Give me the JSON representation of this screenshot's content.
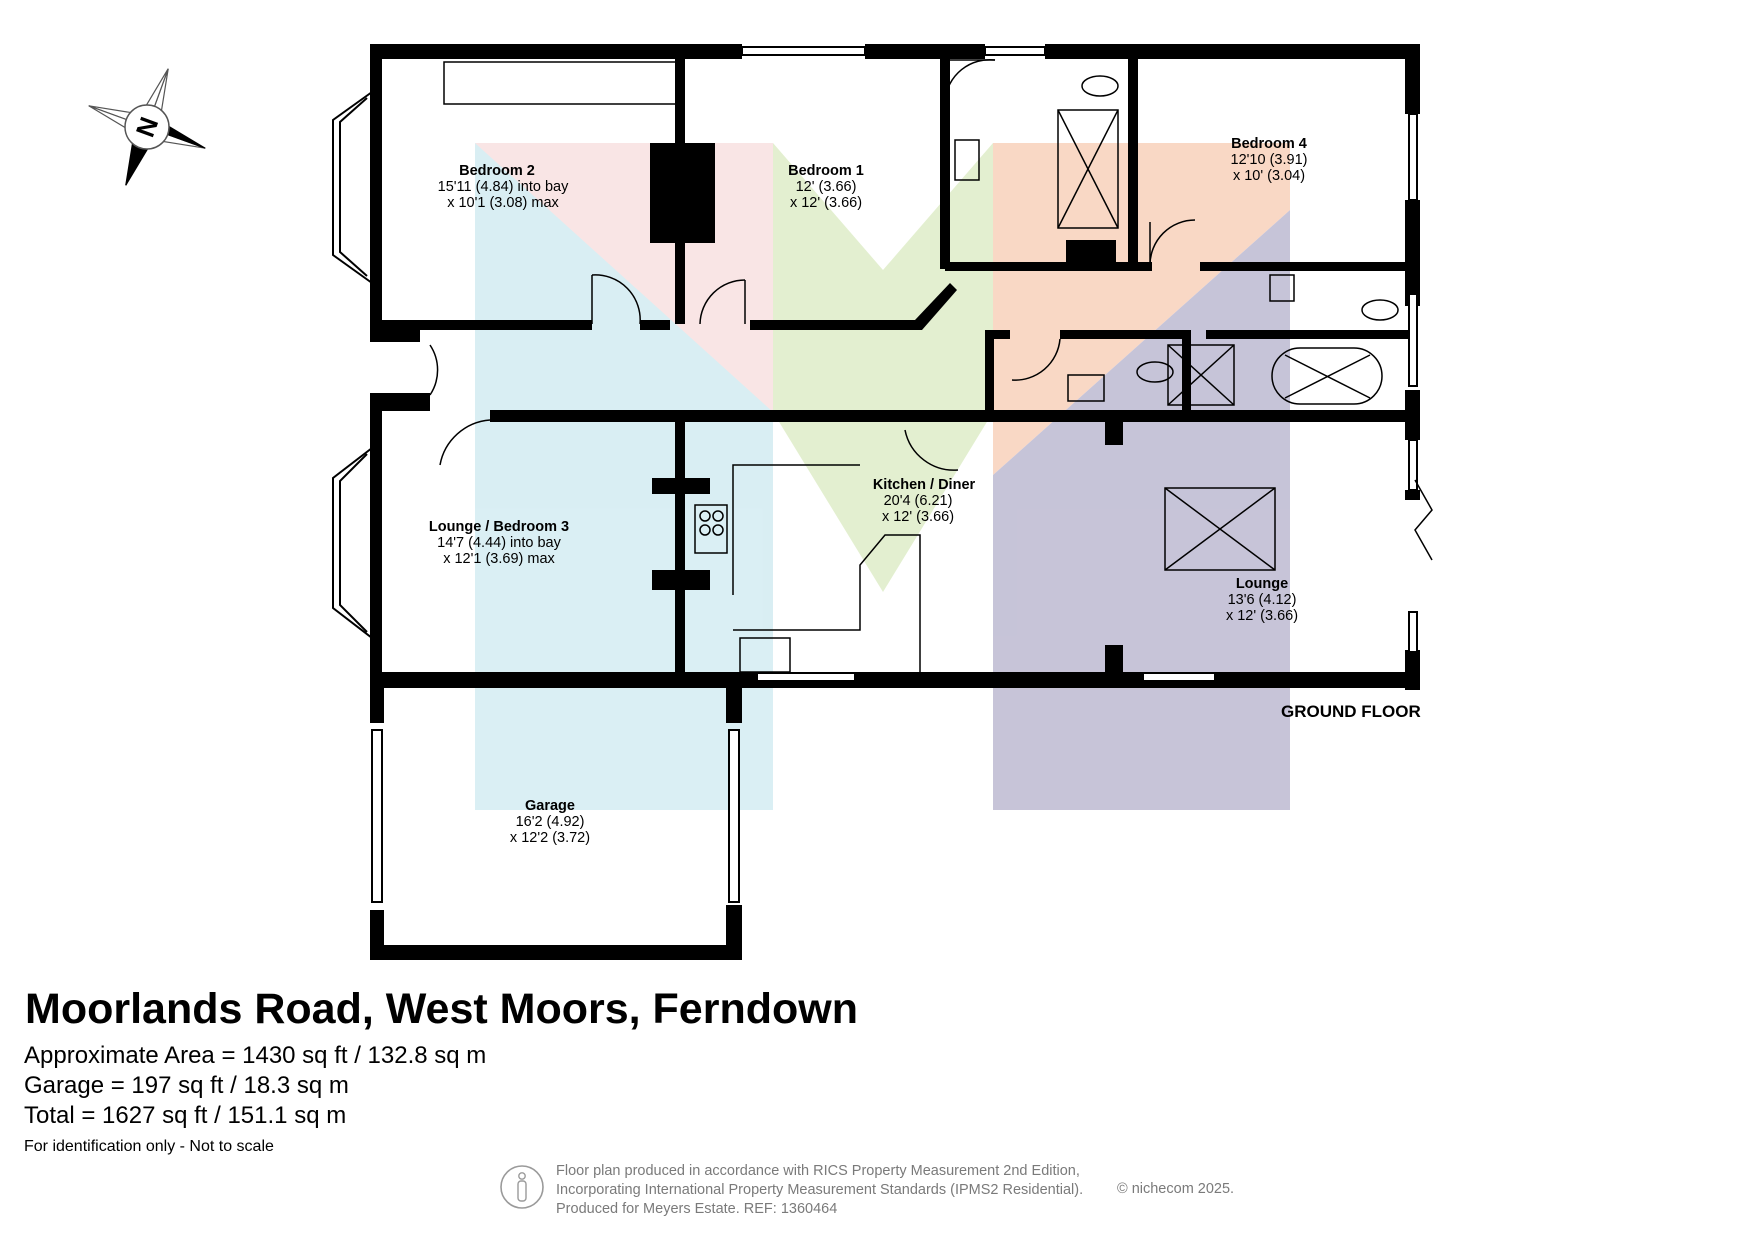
{
  "compass": {
    "letter": "N"
  },
  "plan": {
    "floor_label": "GROUND FLOOR",
    "colors": {
      "wall": "#000000",
      "pink": "#f9e4e4",
      "blue": "#d8eef3",
      "green": "#e2efce",
      "orange": "#f9d6c2",
      "purple": "#c4c1d6"
    },
    "rooms": [
      {
        "id": "bedroom2",
        "name": "Bedroom 2",
        "dim1": "15'11 (4.84) into bay",
        "dim2": "x 10'1 (3.08) max"
      },
      {
        "id": "bedroom1",
        "name": "Bedroom 1",
        "dim1": "12' (3.66)",
        "dim2": "x 12' (3.66)"
      },
      {
        "id": "bedroom4",
        "name": "Bedroom 4",
        "dim1": "12'10 (3.91)",
        "dim2": "x 10' (3.04)"
      },
      {
        "id": "lounge_bedroom3",
        "name": "Lounge / Bedroom 3",
        "dim1": "14'7 (4.44) into bay",
        "dim2": "x 12'1 (3.69) max"
      },
      {
        "id": "kitchen",
        "name": "Kitchen / Diner",
        "dim1": "20'4 (6.21)",
        "dim2": "x 12' (3.66)"
      },
      {
        "id": "lounge",
        "name": "Lounge",
        "dim1": "13'6 (4.12)",
        "dim2": "x 12' (3.66)"
      },
      {
        "id": "garage",
        "name": "Garage",
        "dim1": "16'2 (4.92)",
        "dim2": "x 12'2 (3.72)"
      }
    ]
  },
  "title": "Moorlands Road, West Moors, Ferndown",
  "areas": {
    "approximate": "Approximate Area = 1430 sq ft / 132.8 sq m",
    "garage": "Garage = 197 sq ft / 18.3 sq m",
    "total": "Total = 1627 sq ft / 151.1 sq m"
  },
  "note": "For identification only - Not to scale",
  "footer": {
    "line1": "Floor plan produced in accordance with RICS Property Measurement 2nd Edition,",
    "line2": "Incorporating International Property Measurement Standards (IPMS2 Residential).",
    "line3": "Produced for Meyers Estate.   REF:  1360464",
    "copyright": "© nichecom 2025."
  }
}
